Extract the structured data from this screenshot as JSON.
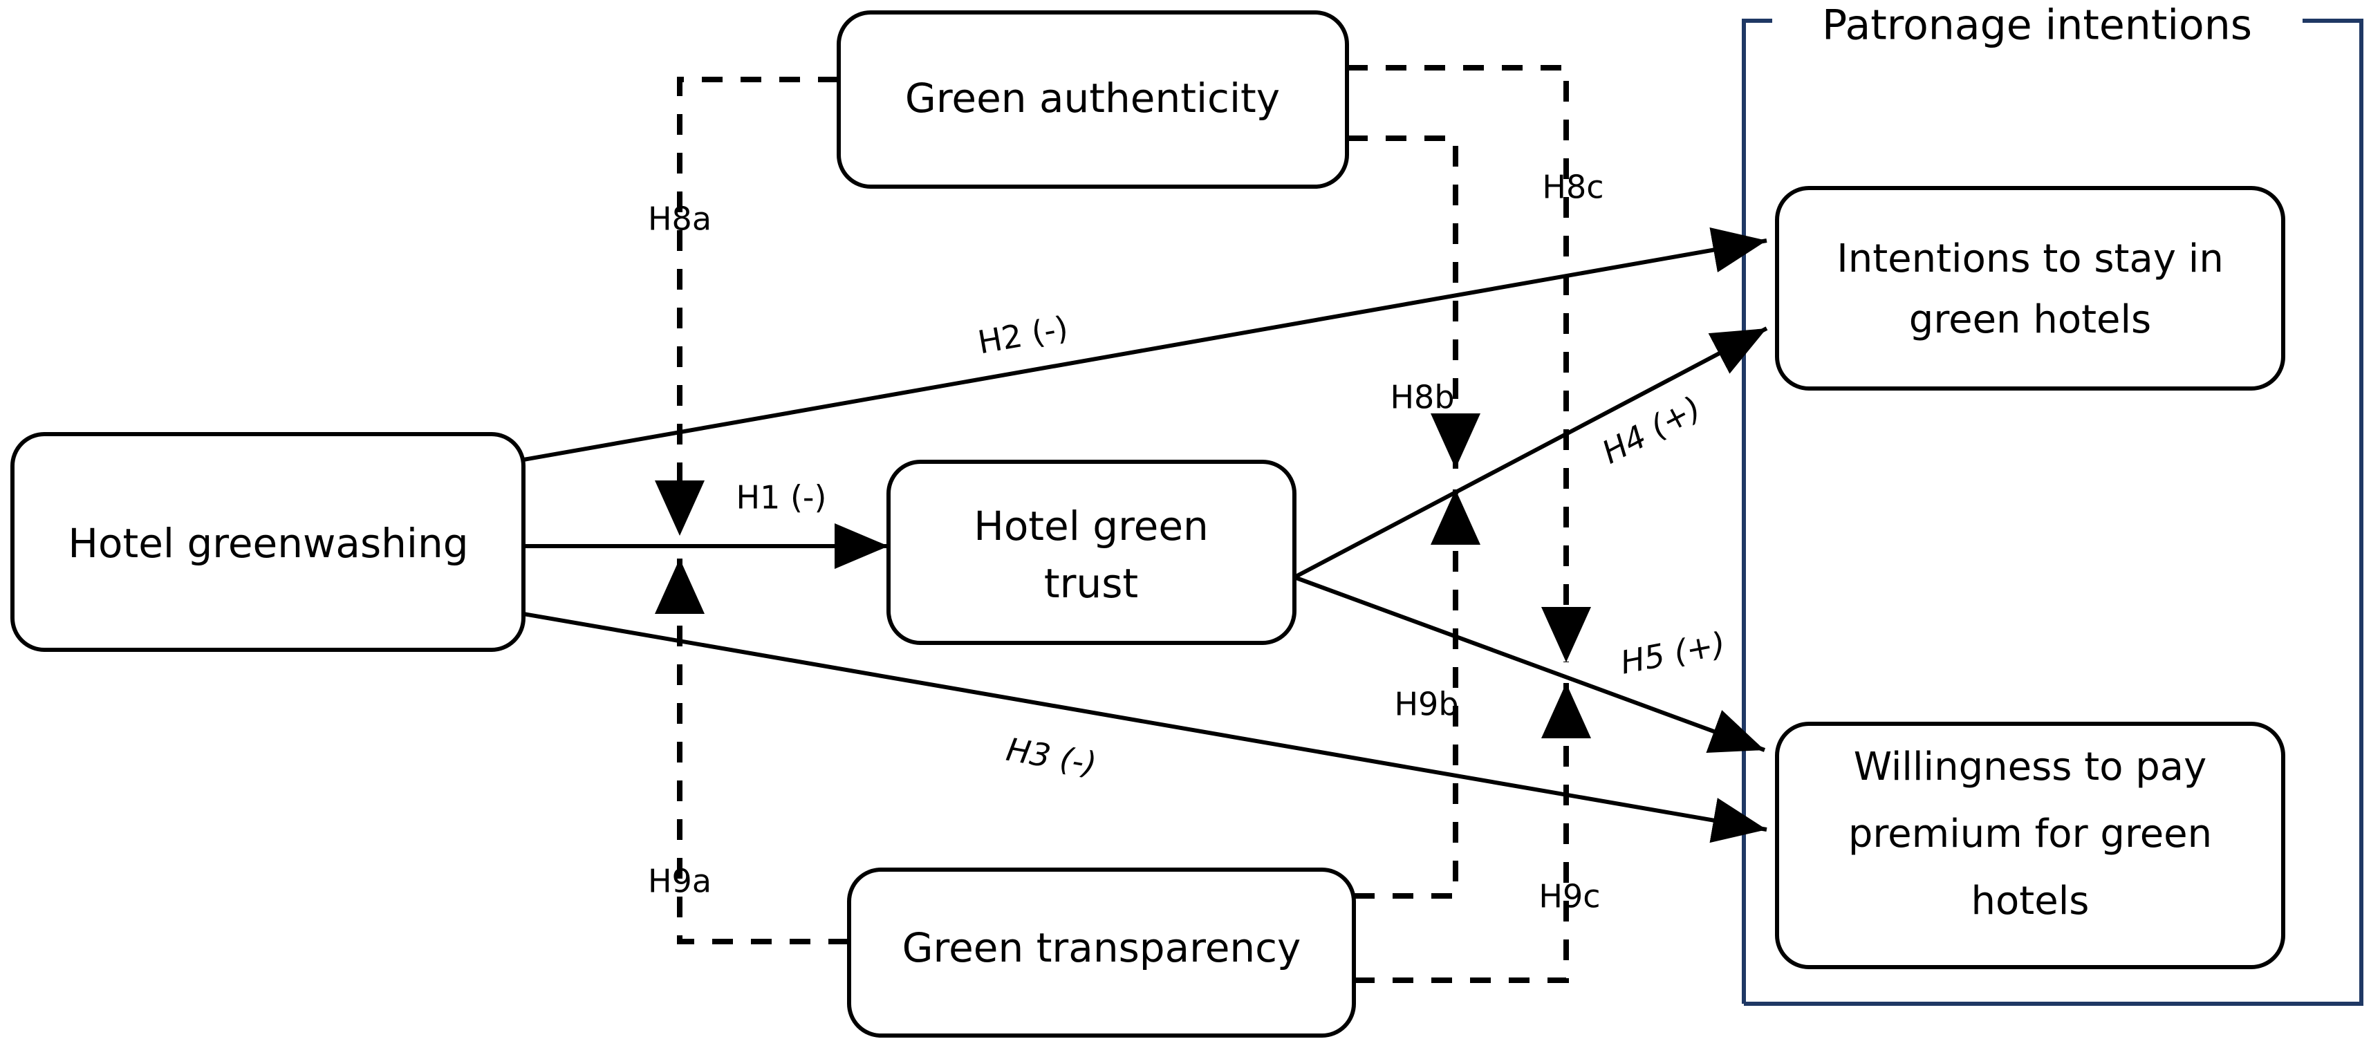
{
  "diagram": {
    "title": "Conceptual research model: hotel greenwashing and patronage intentions",
    "colors": {
      "node_stroke": "#000000",
      "group_stroke": "#1F3864",
      "background": "#FFFFFF",
      "text": "#000000"
    }
  },
  "nodes": {
    "greenwashing": {
      "label": "Hotel greenwashing"
    },
    "authenticity": {
      "label": "Green authenticity"
    },
    "transparency": {
      "label": "Green transparency"
    },
    "trust_line1": {
      "label": "Hotel green"
    },
    "trust_line2": {
      "label": "trust"
    },
    "intentions_line1": {
      "label": "Intentions to stay in"
    },
    "intentions_line2": {
      "label": "green hotels"
    },
    "willingness_line1": {
      "label": "Willingness to pay"
    },
    "willingness_line2": {
      "label": "premium for green"
    },
    "willingness_line3": {
      "label": "hotels"
    }
  },
  "group": {
    "title": "Patronage intentions"
  },
  "hypotheses": {
    "h1": {
      "label": "H1 (-)",
      "sign": "-",
      "style": "solid",
      "from": "Hotel greenwashing",
      "to": "Hotel green trust"
    },
    "h2": {
      "label": "H2 (-)",
      "sign": "-",
      "style": "solid",
      "from": "Hotel greenwashing",
      "to": "Intentions to stay in green hotels"
    },
    "h3": {
      "label": "H3 (-)",
      "sign": "-",
      "style": "solid",
      "from": "Hotel greenwashing",
      "to": "Willingness to pay premium for green hotels"
    },
    "h4": {
      "label": "H4 (+)",
      "sign": "+",
      "style": "solid",
      "from": "Hotel green trust",
      "to": "Intentions to stay in green hotels"
    },
    "h5": {
      "label": "H5 (+)",
      "sign": "+",
      "style": "solid",
      "from": "Hotel green trust",
      "to": "Willingness to pay premium for green hotels"
    },
    "h8a": {
      "label": "H8a",
      "style": "dashed",
      "moderator": "Green authenticity",
      "on": "H1"
    },
    "h8b": {
      "label": "H8b",
      "style": "dashed",
      "moderator": "Green authenticity",
      "on": "H4"
    },
    "h8c": {
      "label": "H8c",
      "style": "dashed",
      "moderator": "Green authenticity",
      "on": "H5"
    },
    "h9a": {
      "label": "H9a",
      "style": "dashed",
      "moderator": "Green transparency",
      "on": "H1"
    },
    "h9b": {
      "label": "H9b",
      "style": "dashed",
      "moderator": "Green transparency",
      "on": "H4"
    },
    "h9c": {
      "label": "H9c",
      "style": "dashed",
      "moderator": "Green transparency",
      "on": "H5"
    }
  }
}
